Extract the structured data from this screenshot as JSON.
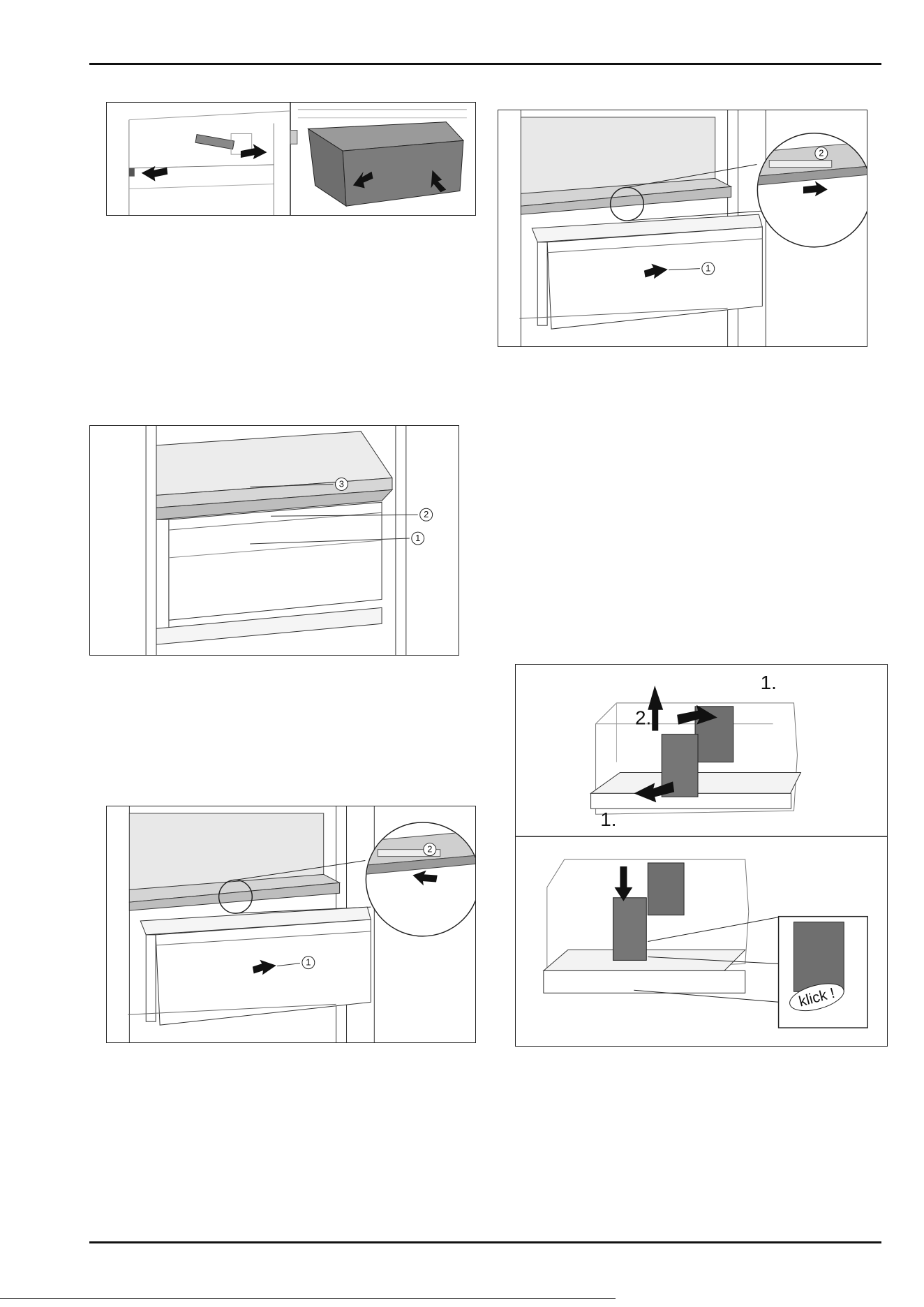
{
  "figures": {
    "rails_and_drawer": {},
    "shelf_push_in": {
      "callouts": [
        "1",
        "2"
      ]
    },
    "shelf_drawer_overview": {
      "callouts": [
        "3",
        "2",
        "1"
      ]
    },
    "divider_fit": {
      "steps": [
        "1.",
        "2.",
        "1."
      ],
      "klick": "klick !"
    },
    "shelf_pull_out": {
      "callouts": [
        "2",
        "1"
      ]
    }
  }
}
